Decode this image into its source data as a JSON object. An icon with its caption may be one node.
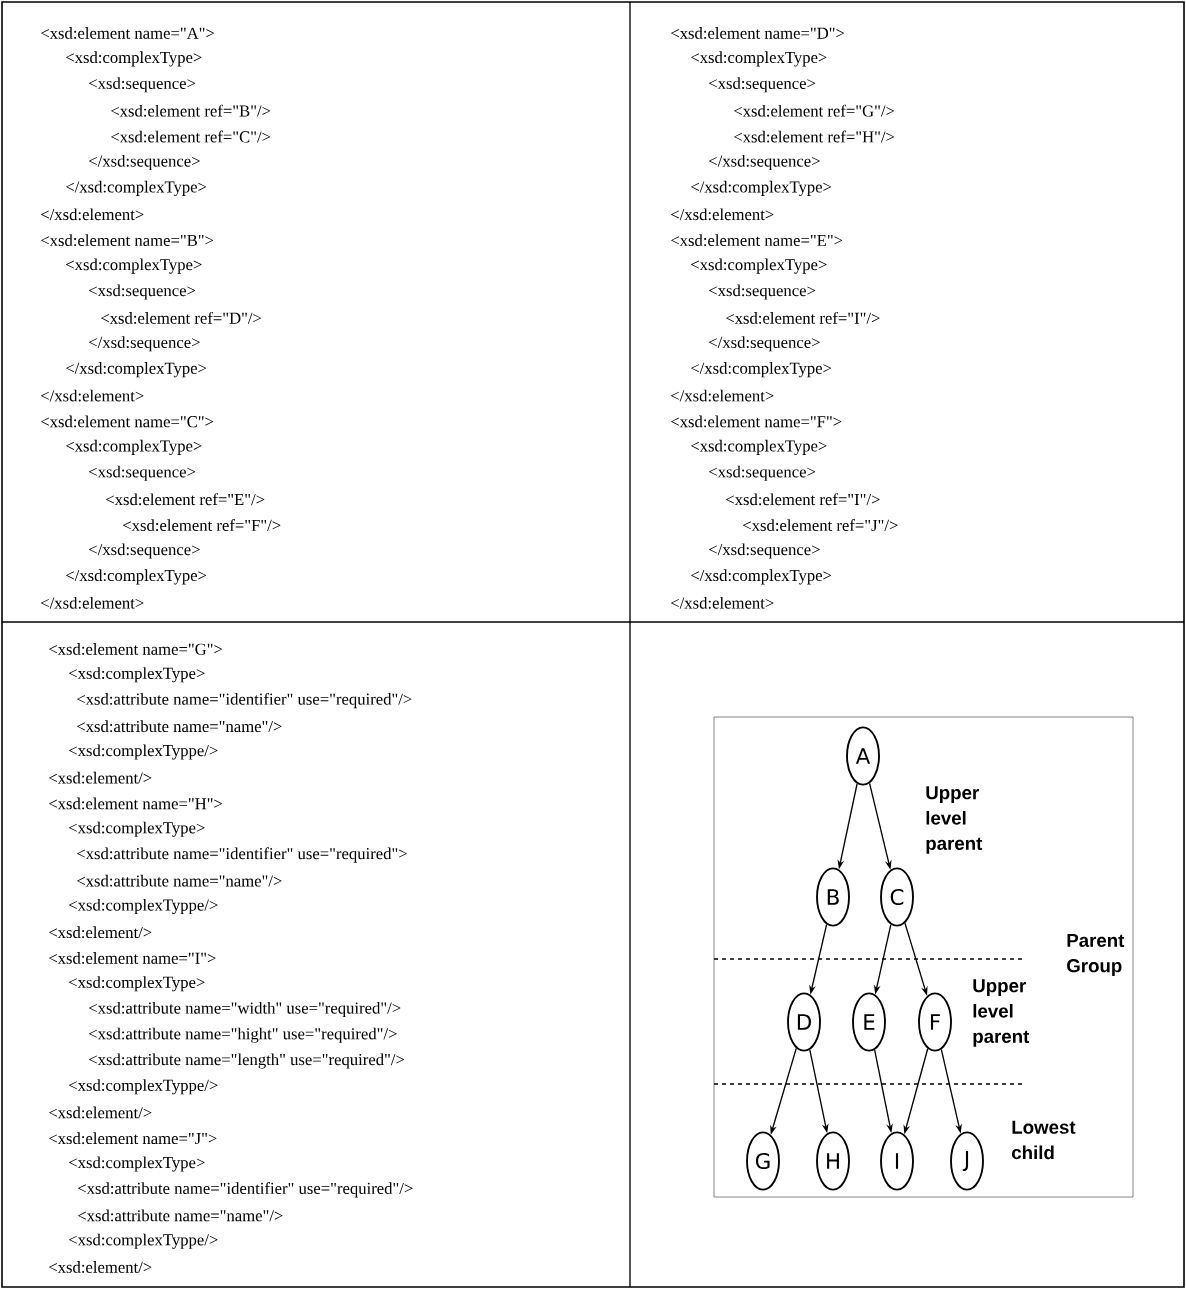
{
  "diagram": {
    "nodes": [
      {
        "text": [
          "A"
        ]
      },
      {
        "text": [
          "B"
        ]
      },
      {
        "text": [
          "C"
        ]
      },
      {
        "text": [
          "D"
        ]
      },
      {
        "text": [
          "E"
        ]
      },
      {
        "text": [
          "F"
        ]
      },
      {
        "text": [
          "G"
        ]
      },
      {
        "text": [
          "H"
        ]
      },
      {
        "text": [
          "I"
        ]
      },
      {
        "text": [
          "J"
        ]
      }
    ],
    "edges": [
      {
        "from": 0,
        "to": 1,
        "arrow": "to"
      },
      {
        "from": 0,
        "to": 2,
        "arrow": "to"
      },
      {
        "from": 1,
        "to": 3,
        "arrow": "to"
      },
      {
        "from": 2,
        "to": 4,
        "arrow": "to"
      },
      {
        "from": 2,
        "to": 5,
        "arrow": "to"
      },
      {
        "from": 3,
        "to": 6,
        "arrow": "to"
      },
      {
        "from": 3,
        "to": 7,
        "arrow": "to"
      },
      {
        "from": 4,
        "to": 8,
        "arrow": "to"
      },
      {
        "from": 5,
        "to": 8,
        "arrow": "to"
      },
      {
        "from": 5,
        "to": 9,
        "arrow": "to"
      }
    ],
    "labels": [
      "<xsd:element name=\"A\">",
      "<xsd:complexType>",
      "<xsd:sequence>",
      "<xsd:element ref=\"B\"/>",
      "<xsd:element ref=\"C\"/>",
      "</xsd:sequence>",
      "</xsd:complexType>",
      "</xsd:element>",
      "<xsd:element name=\"B\">",
      "<xsd:complexType>",
      "<xsd:sequence>",
      "<xsd:element ref=\"D\"/>",
      "</xsd:sequence>",
      "</xsd:complexType>",
      "</xsd:element>",
      "<xsd:element name=\"C\">",
      "<xsd:complexType>",
      "<xsd:sequence>",
      "<xsd:element ref=\"E\"/>",
      "<xsd:element ref=\"F\"/>",
      "</xsd:sequence>",
      "</xsd:complexType>",
      "</xsd:element>",
      "<xsd:element name=\"D\">",
      "<xsd:complexType>",
      "<xsd:sequence>",
      "<xsd:element ref=\"G\"/>",
      "<xsd:element ref=\"H\"/>",
      "</xsd:sequence>",
      "</xsd:complexType>",
      "</xsd:element>",
      "<xsd:element name=\"E\">",
      "<xsd:complexType>",
      "<xsd:sequence>",
      "<xsd:element ref=\"I\"/>",
      "</xsd:sequence>",
      "</xsd:complexType>",
      "</xsd:element>",
      "<xsd:element name=\"F\">",
      "<xsd:complexType>",
      "<xsd:sequence>",
      "<xsd:element ref=\"I\"/>",
      "<xsd:element ref=\"J\"/>",
      "</xsd:sequence>",
      "</xsd:complexType>",
      "</xsd:element>",
      "<xsd:element name=\"G\">",
      "<xsd:complexType>",
      "<xsd:attribute name=\"identifier\" use=\"required\"/>",
      "<xsd:attribute name=\"name\"/>",
      "<xsd:complexTyppe/>",
      "<xsd:element/>",
      "<xsd:element name=\"H\">",
      "<xsd:complexType>",
      "<xsd:attribute name=\"identifier\" use=\"required\">",
      "<xsd:attribute name=\"name\"/>",
      "<xsd:complexTyppe/>",
      "<xsd:element/>",
      "<xsd:element name=\"I\">",
      "<xsd:complexType>",
      "<xsd:attribute name=\"width\" use=\"required\"/>",
      "<xsd:attribute name=\"hight\" use=\"required\"/>",
      "<xsd:attribute name=\"length\" use=\"required\"/>",
      "<xsd:complexTyppe/>",
      "<xsd:element/>",
      "<xsd:element name=\"J\">",
      "<xsd:complexType>",
      "<xsd:attribute name=\"identifier\" use=\"required\"/>",
      "<xsd:attribute name=\"name\"/>",
      "<xsd:complexTyppe/>",
      "<xsd:element/>",
      "Upper level parent",
      "Parent Group",
      "Upper level parent",
      "Lowest child"
    ]
  }
}
